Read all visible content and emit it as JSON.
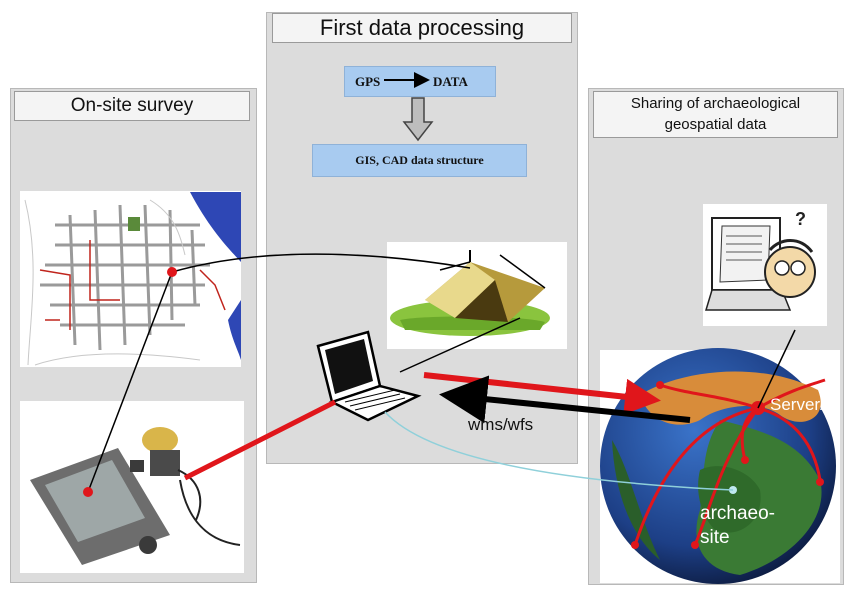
{
  "panels": {
    "onsite": {
      "title": "On-site survey"
    },
    "processing": {
      "title": "First data processing"
    },
    "sharing": {
      "title": "Sharing of archaeological geospatial data"
    }
  },
  "flow": {
    "gps": "GPS",
    "data": "DATA",
    "structure": "GIS, CAD data structure"
  },
  "labels": {
    "service": "wms/wfs",
    "server": "Server/s",
    "site": "archaeo-\nsite"
  },
  "colors": {
    "panel": "#dcdcdc",
    "box": "#a8cbf0",
    "red_link": "#e0161b",
    "black_link": "#000000",
    "cyan_link": "#8fd0da"
  }
}
